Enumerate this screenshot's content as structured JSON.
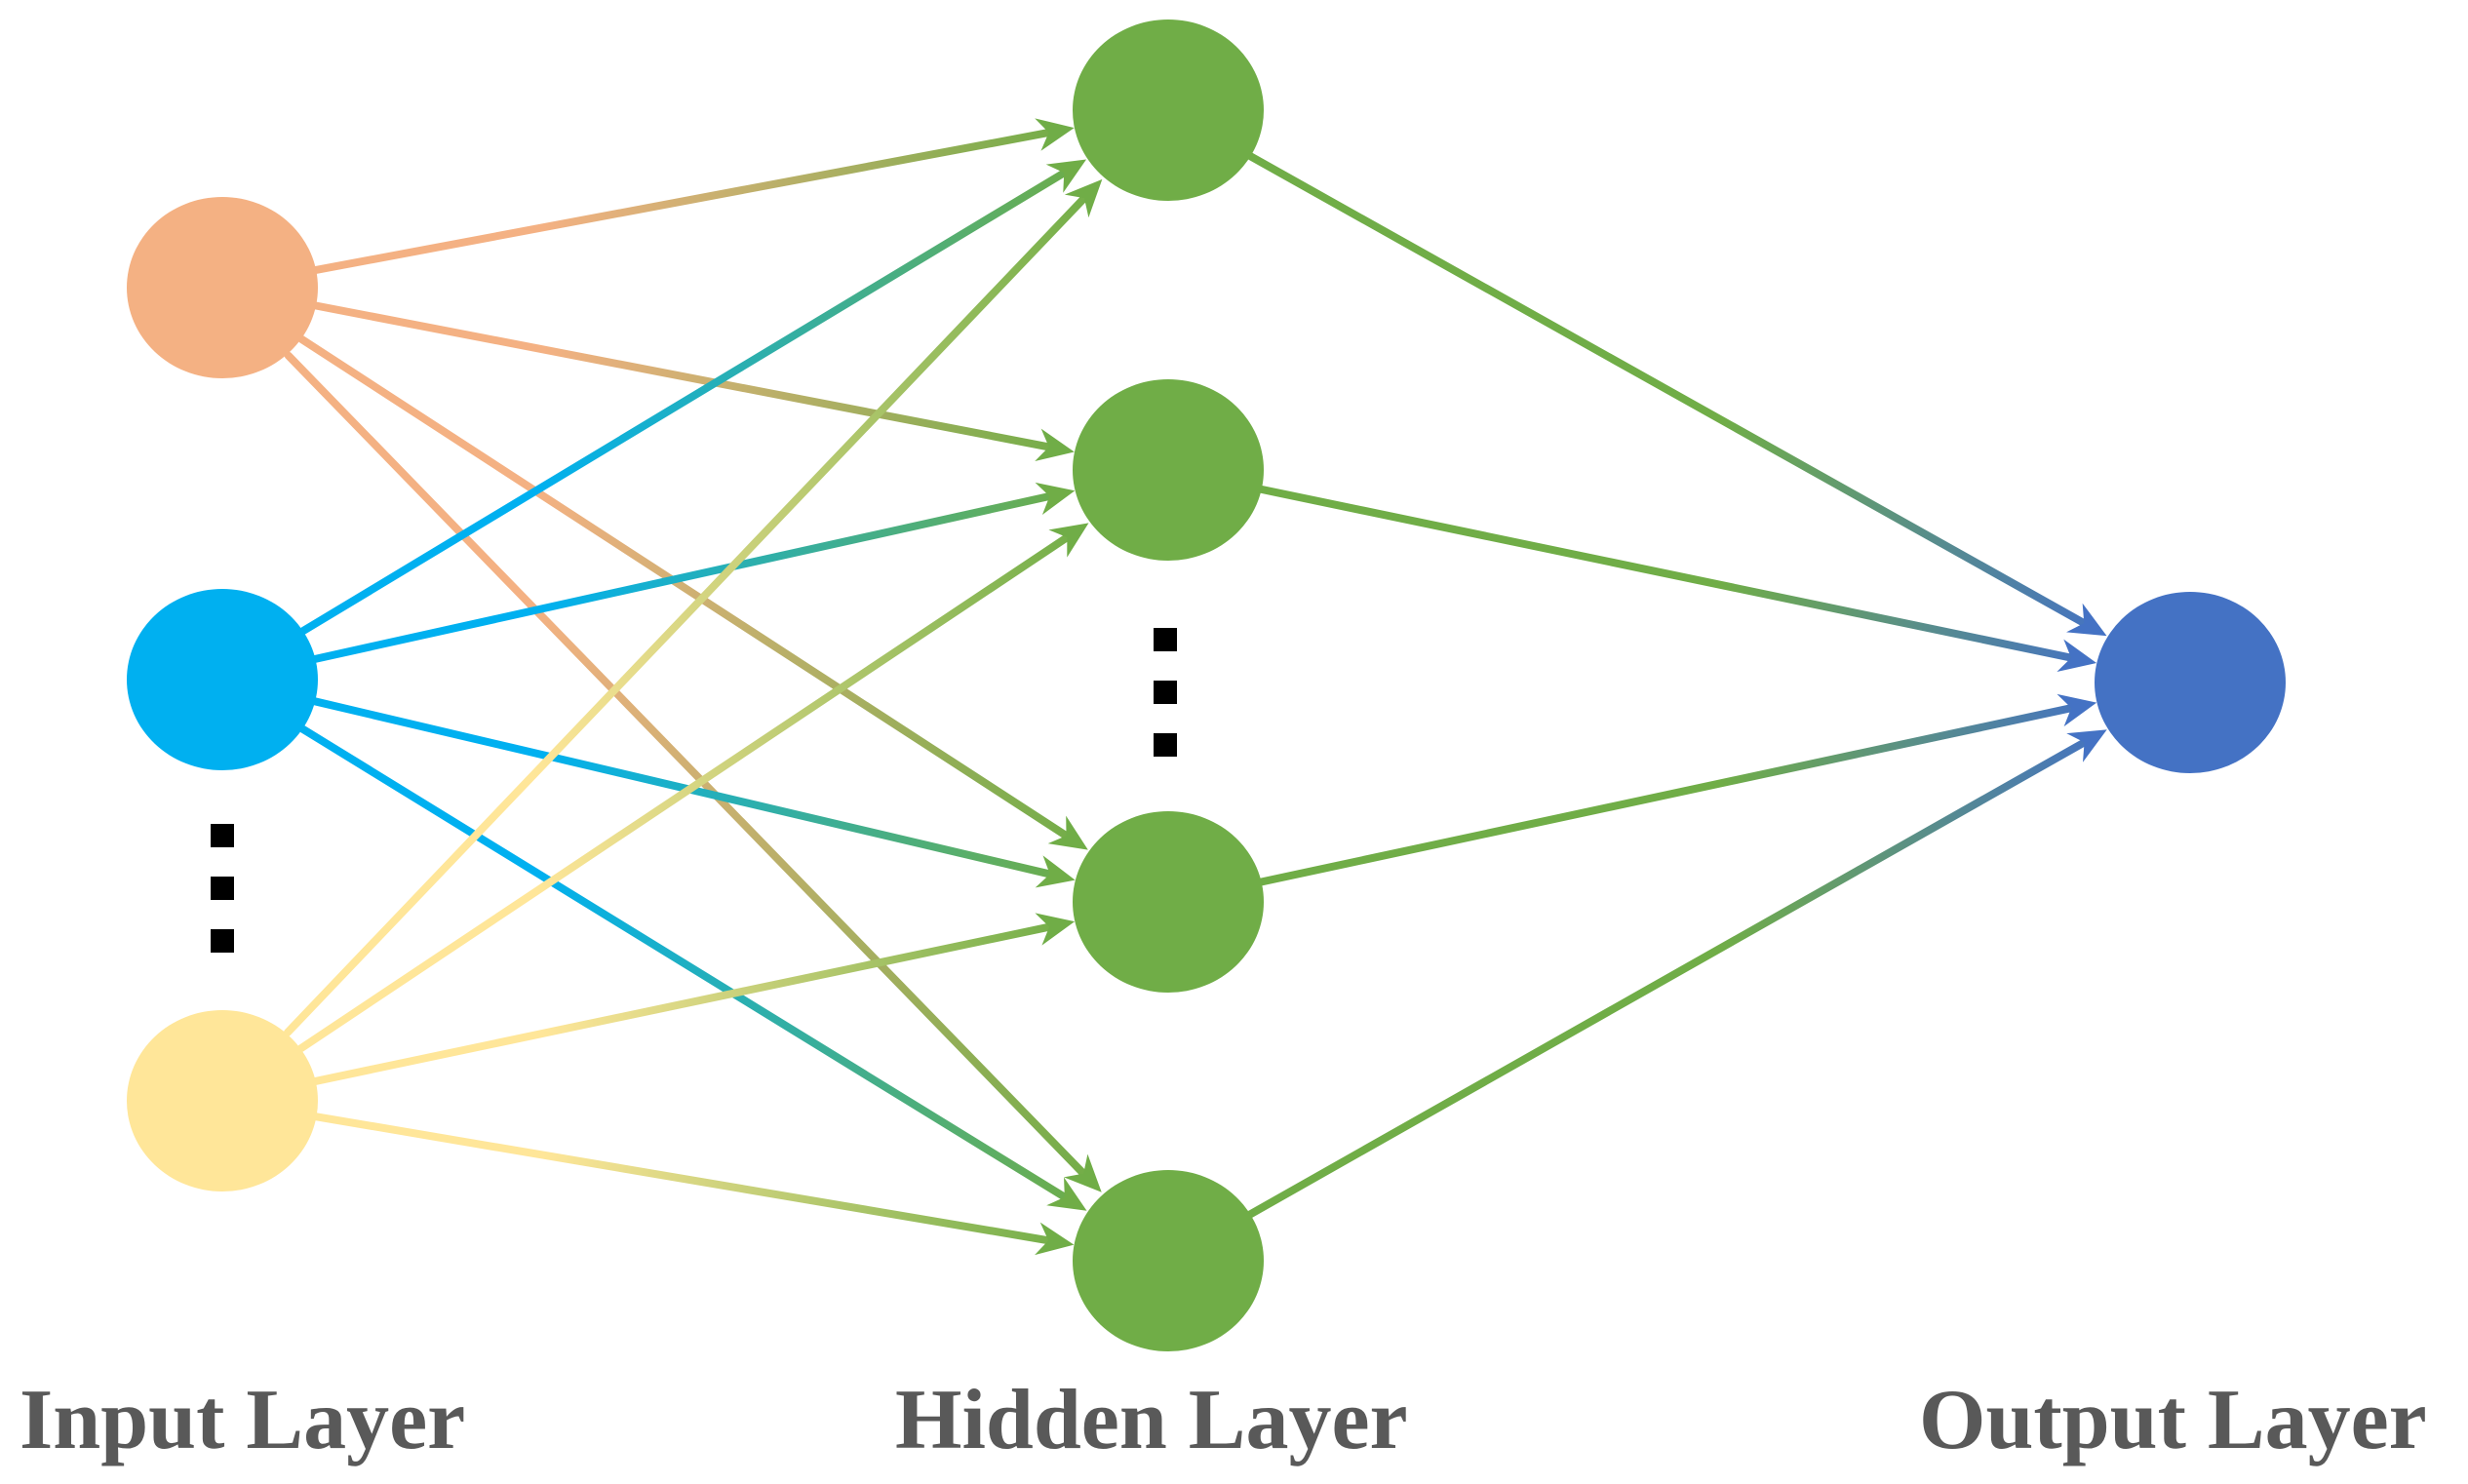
{
  "labels": {
    "input": "Input Layer",
    "hidden": "Hidden Layer",
    "output": "Output Layer"
  },
  "layers": {
    "input": {
      "nodes": [
        {
          "name": "input-node-orange",
          "color": "#F4B183"
        },
        {
          "name": "input-node-blue",
          "color": "#00B0F0"
        },
        {
          "name": "input-node-yellow",
          "color": "#FFE699"
        }
      ],
      "ellipsis": "vertical-dots"
    },
    "hidden": {
      "nodes": [
        {
          "name": "hidden-node-1",
          "color": "#70AD47"
        },
        {
          "name": "hidden-node-2",
          "color": "#70AD47"
        },
        {
          "name": "hidden-node-3",
          "color": "#70AD47"
        },
        {
          "name": "hidden-node-4",
          "color": "#70AD47"
        }
      ],
      "ellipsis": "vertical-dots"
    },
    "output": {
      "nodes": [
        {
          "name": "output-node",
          "color": "#4472C4"
        }
      ]
    }
  },
  "connections": "fully-connected",
  "colors": {
    "label_text": "#595959",
    "arrow_hidden_to_output_start": "#70AD47",
    "arrow_hidden_to_output_end": "#4472C4",
    "ellipsis_dots": "#000000"
  }
}
